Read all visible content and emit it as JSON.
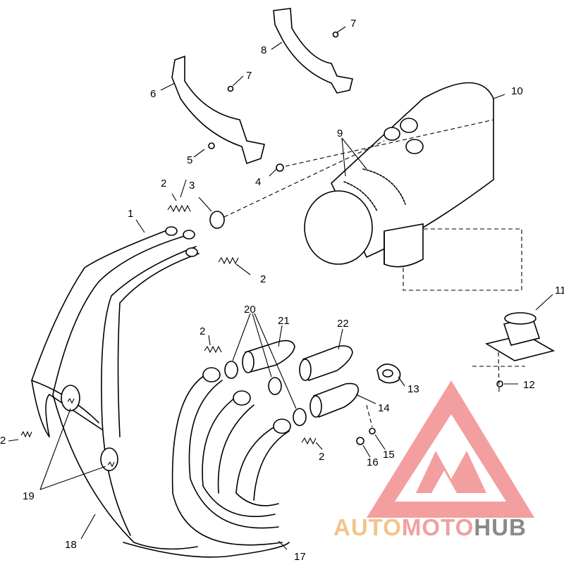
{
  "callouts": [
    "1",
    "2",
    "3",
    "4",
    "5",
    "6",
    "7",
    "8",
    "9",
    "10",
    "11",
    "12",
    "13",
    "14",
    "15",
    "16",
    "17",
    "18",
    "19",
    "20",
    "21",
    "22"
  ],
  "watermark": {
    "part1": "AUTO",
    "part2": "MOTO",
    "part3": "HUB",
    "colors": {
      "auto": "#f2c48a",
      "moto": "#f0a0a0",
      "hub": "#8a8a8a",
      "logo": "#f08080"
    }
  }
}
